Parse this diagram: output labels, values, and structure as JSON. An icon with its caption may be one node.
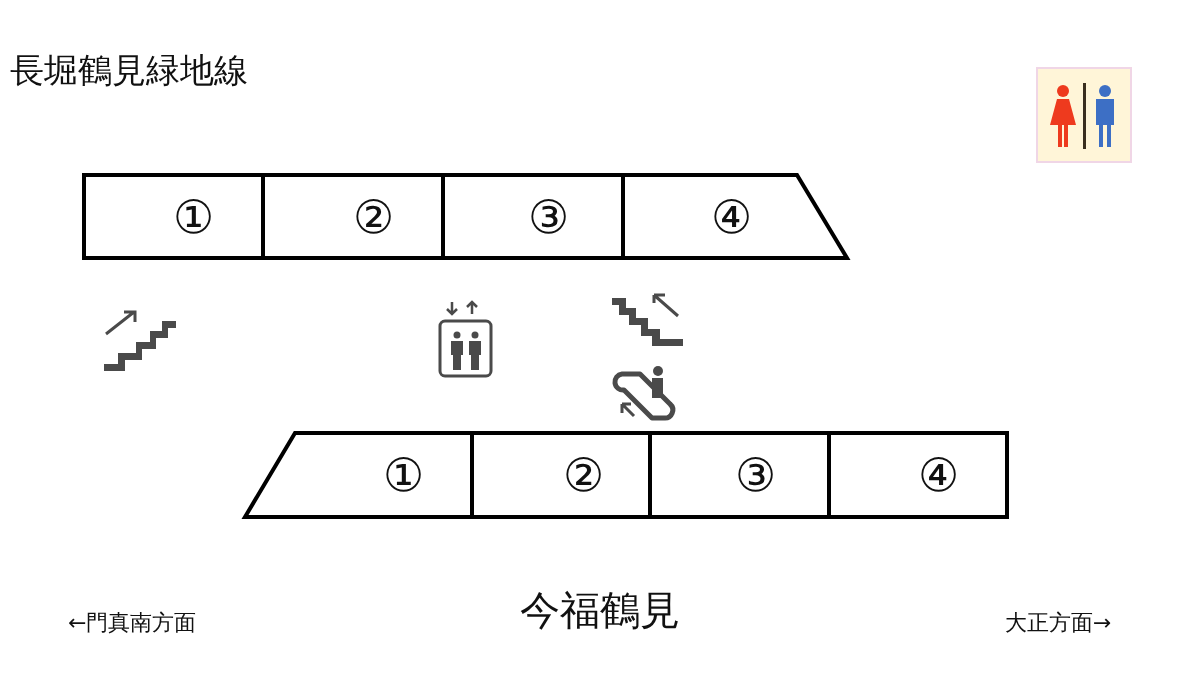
{
  "diagram": {
    "title": "長堀鶴見緑地線",
    "nodes": [
      {
        "text": [
          "①"
        ]
      },
      {
        "text": [
          "②"
        ]
      },
      {
        "text": [
          "③"
        ]
      },
      {
        "text": [
          "④"
        ]
      },
      {
        "text": [
          "①"
        ]
      },
      {
        "text": [
          "②"
        ]
      },
      {
        "text": [
          "③"
        ]
      },
      {
        "text": [
          "④"
        ]
      }
    ],
    "labels": [
      "今福鶴見",
      "←門真南方面",
      "大正方面→"
    ]
  }
}
